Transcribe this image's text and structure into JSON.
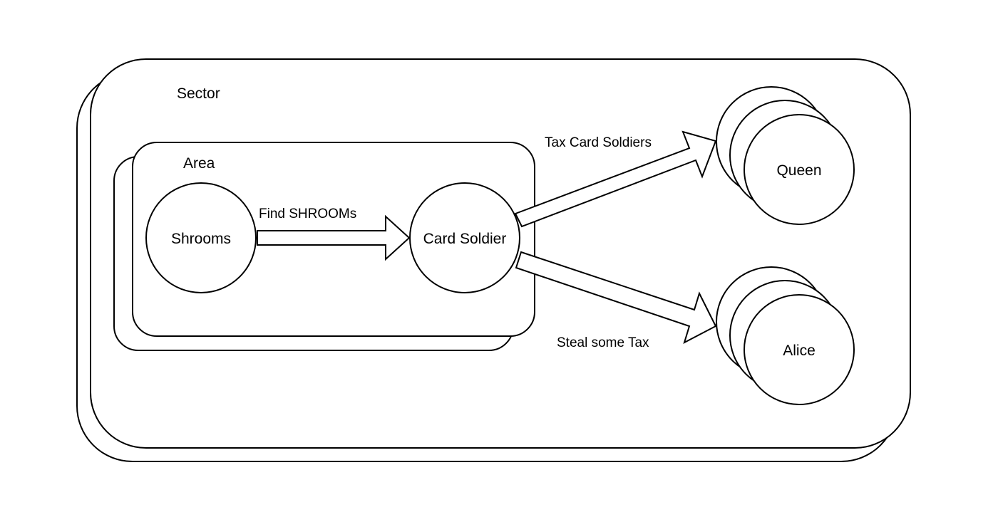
{
  "diagram": {
    "sector": {
      "label": "Sector"
    },
    "area": {
      "label": "Area"
    },
    "nodes": {
      "shrooms": {
        "label": "Shrooms"
      },
      "card_soldier": {
        "label": "Card Soldier"
      },
      "queen": {
        "label": "Queen"
      },
      "alice": {
        "label": "Alice"
      }
    },
    "edges": {
      "find_shrooms": {
        "label": "Find SHROOMs"
      },
      "tax_card_soldiers": {
        "label": "Tax Card Soldiers"
      },
      "steal_some_tax": {
        "label": "Steal some Tax"
      }
    }
  }
}
